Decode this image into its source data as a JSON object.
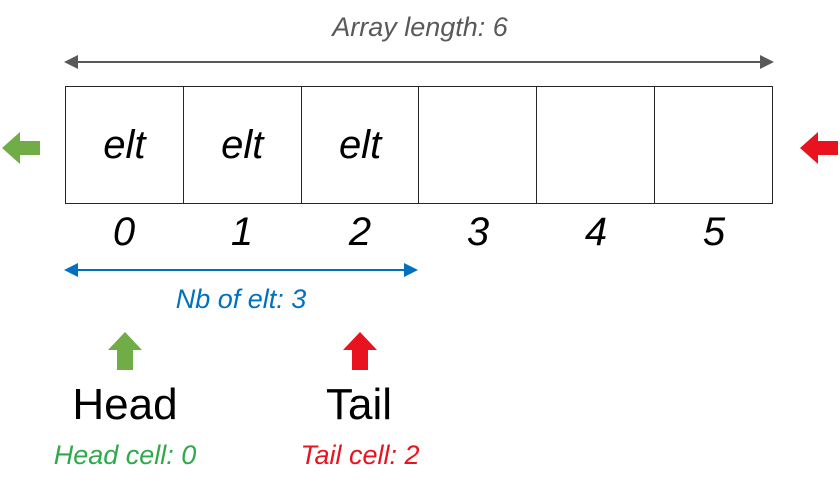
{
  "array": {
    "length_label": "Array length: 6",
    "cells": [
      "elt",
      "elt",
      "elt",
      "",
      "",
      ""
    ],
    "indices": [
      "0",
      "1",
      "2",
      "3",
      "4",
      "5"
    ]
  },
  "count_label": "Nb of elt: 3",
  "head": {
    "label": "Head",
    "cell_label": "Head cell: 0"
  },
  "tail": {
    "label": "Tail",
    "cell_label": "Tail cell: 2"
  },
  "colors": {
    "head": "#70AD47",
    "tail": "#E8131F",
    "count": "#0070C0",
    "length": "#595959",
    "head_text": "#2EAA4A"
  },
  "icons": [
    "left-arrow-icon",
    "up-arrow-icon"
  ]
}
